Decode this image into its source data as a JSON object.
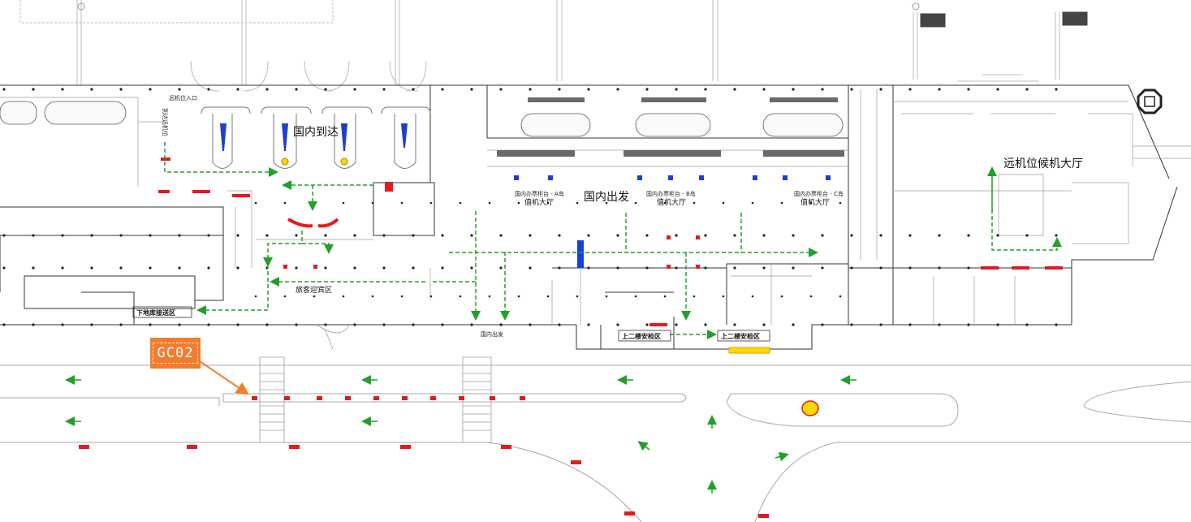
{
  "map": {
    "tag": "GC02",
    "areas": {
      "domestic_arrival": "国内到达",
      "domestic_departure": "国内出发",
      "remote_waiting_hall": "远机位候机大厅",
      "greeting_area": "旅客迎宾区",
      "underground_garage": "下地库接送区",
      "security_left": "上二楼安检区",
      "security_right": "上二楼安检区",
      "departure_entrance": "国内出发",
      "remote_entrance": "远机位入口",
      "vertical_remote": "到达远机位"
    },
    "checkin": {
      "a_line1": "国内办票柜台 - A岛",
      "a_line2": "值机大厅",
      "b_line1": "国内办票柜台 - B岛",
      "b_line2": "值机大厅",
      "c_line1": "国内办票柜台 - C岛",
      "c_line2": "值机大厅"
    },
    "colors": {
      "route": "#22a02a",
      "marker": "#e31b1b",
      "blue_marker": "#1a3fd6",
      "tag": "#f07e2e",
      "wall": "#333333",
      "light_wall": "#b8b8b8",
      "yellow": "#ffd700"
    },
    "icons": [
      "arrow-icon",
      "circle-marker-icon",
      "compass-icon"
    ]
  }
}
